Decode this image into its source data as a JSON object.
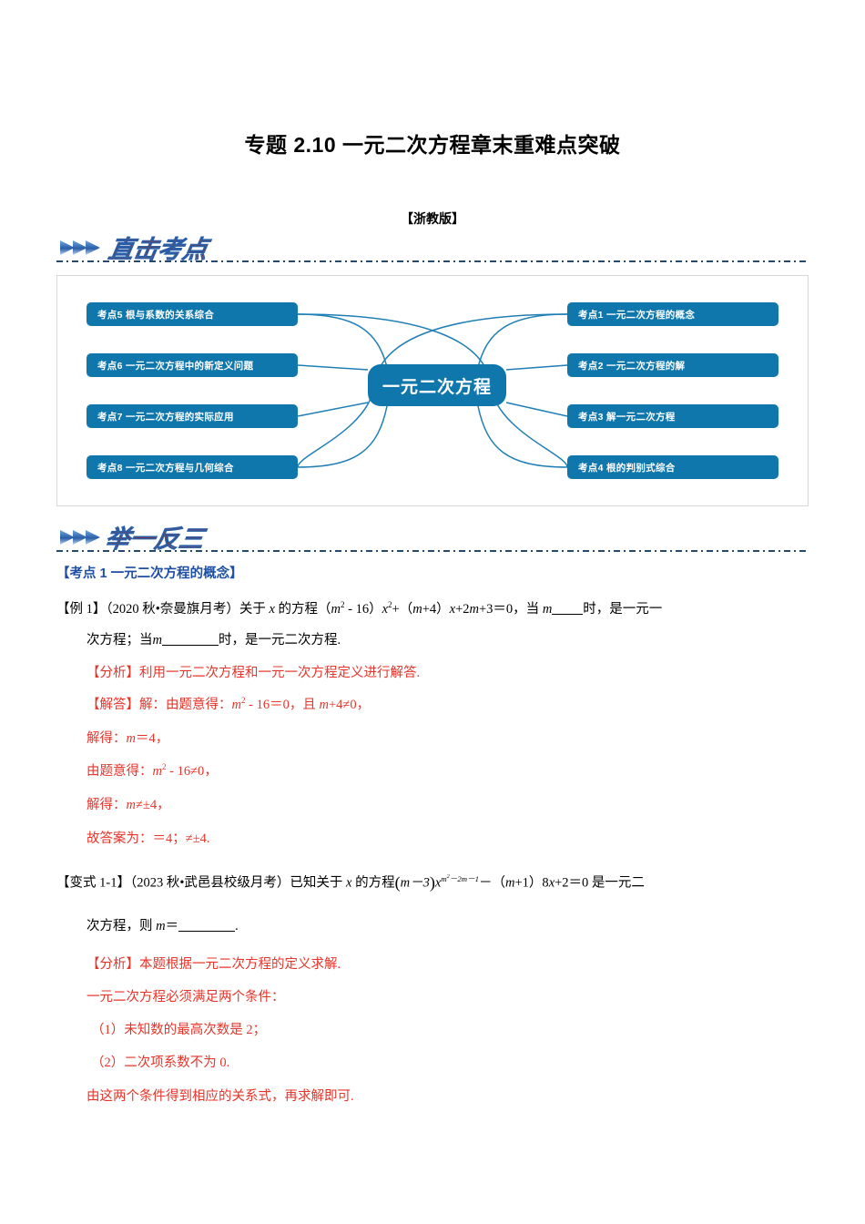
{
  "document": {
    "title": "专题 2.10  一元二次方程章末重难点突破",
    "edition": "【浙教版】"
  },
  "banners": [
    {
      "name": "zhiji-kaodian",
      "text": "直击考点",
      "arrows": "▶▶▶"
    },
    {
      "name": "juyi-fansan",
      "text": "举一反三",
      "arrows": "▶▶▶"
    }
  ],
  "mindmap": {
    "center": "一元二次方程",
    "left_nodes": [
      "考点5  根与系数的关系综合",
      "考点6  一元二次方程中的新定义问题",
      "考点7  一元二次方程的实际应用",
      "考点8  一元二次方程与几何综合"
    ],
    "right_nodes": [
      "考点1  一元二次方程的概念",
      "考点2  一元二次方程的解",
      "考点3  解一元二次方程",
      "考点4  根的判别式综合"
    ],
    "node_color": "#1077ad",
    "line_color": "#1f7fb5"
  },
  "section": {
    "heading": "【考点 1  一元二次方程的概念】"
  },
  "example1": {
    "label": "【例 1】",
    "source": "（2020 秋•奈曼旗月考）",
    "stem_part1": "关于 ",
    "stem_var": "x",
    "stem_part2": " 的方程（",
    "stem_m": "m",
    "stem_sq": "2",
    "stem_part3": " - 16）",
    "stem_x": "x",
    "stem_x_sq": "2",
    "stem_part4": "+（",
    "stem_m2": "m",
    "stem_part5": "+4）",
    "stem_x2": "x",
    "stem_part6": "+2",
    "stem_m3": "m",
    "stem_part7": "+3＝0，当 ",
    "stem_m4": "m",
    "stem_part8": "时，是一元一",
    "line2_a": "次方程；当",
    "line2_m": "m",
    "line2_b": "时，是一元二次方程.",
    "analysis_label": "【分析】",
    "analysis_text": "利用一元二次方程和一元一次方程定义进行解答.",
    "answer_label": "【解答】",
    "answer_l1_a": "解：由题意得：",
    "answer_l1_m": "m",
    "answer_l1_sq": "2",
    "answer_l1_b": " - 16＝0，且 ",
    "answer_l1_m2": "m",
    "answer_l1_c": "+4≠0，",
    "answer_l2_a": "解得：",
    "answer_l2_m": "m",
    "answer_l2_b": "＝4，",
    "answer_l3_a": "由题意得：",
    "answer_l3_m": "m",
    "answer_l3_sq": "2",
    "answer_l3_b": " - 16≠0，",
    "answer_l4_a": "解得：",
    "answer_l4_m": "m",
    "answer_l4_b": "≠±4，",
    "answer_l5": "故答案为：＝4；≠±4."
  },
  "variant1_1": {
    "label": "【变式 1-1】",
    "source": "（2023 秋•武邑县校级月考）",
    "stem_a": "已知关于 ",
    "stem_var": "x",
    "stem_b": " 的方程",
    "coef": "m－3",
    "base": "x",
    "exponent": "m2－2m－1",
    "stem_c": "－（",
    "stem_m2": "m",
    "stem_d": "+1）8",
    "stem_x2": "x",
    "stem_e": "+2＝0 是一元二",
    "line2_a": "次方程，则 ",
    "line2_m": "m",
    "line2_b": "＝",
    "line2_c": ".",
    "analysis_label": "【分析】",
    "analysis_text": "本题根据一元二次方程的定义求解.",
    "cond_intro": "一元二次方程必须满足两个条件：",
    "cond1": "（1）未知数的最高次数是 2；",
    "cond2": "（2）二次项系数不为 0.",
    "closing": "由这两个条件得到相应的关系式，再求解即可."
  },
  "colors": {
    "red_text": "#e8342a",
    "heading_blue": "#1f4fa3",
    "node_blue": "#1077ad",
    "rule_navy": "#27496d"
  }
}
